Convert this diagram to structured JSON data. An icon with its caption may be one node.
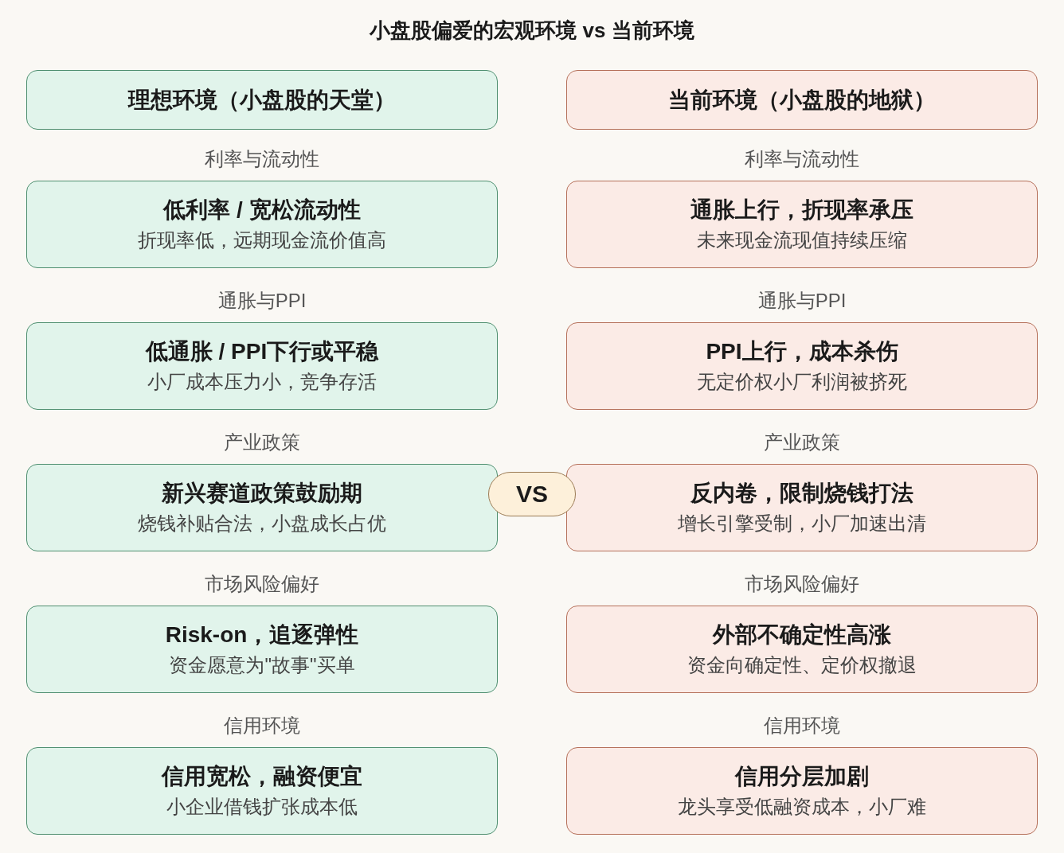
{
  "diagram": {
    "title": "小盘股偏爱的宏观环境 vs 当前环境",
    "nodes": [
      {
        "text": [
          "理想环境（小盘股的天堂）"
        ]
      },
      {
        "text": [
          "当前环境（小盘股的地狱）"
        ]
      },
      {
        "text": [
          "低利率 / 宽松流动性",
          "折现率低，远期现金流价值高"
        ]
      },
      {
        "text": [
          "通胀上行，折现率承压",
          "未来现金流现值持续压缩"
        ]
      },
      {
        "text": [
          "低通胀 / PPI下行或平稳",
          "小厂成本压力小，竞争存活"
        ]
      },
      {
        "text": [
          "PPI上行，成本杀伤",
          "无定价权小厂利润被挤死"
        ]
      },
      {
        "text": [
          "新兴赛道政策鼓励期",
          "烧钱补贴合法，小盘成长占优"
        ]
      },
      {
        "text": [
          "VS"
        ]
      },
      {
        "text": [
          "反内卷，限制烧钱打法",
          "增长引擎受制，小厂加速出清"
        ]
      },
      {
        "text": [
          "Risk-on，追逐弹性",
          "资金愿意为\"故事\"买单"
        ]
      },
      {
        "text": [
          "外部不确定性高涨",
          "资金向确定性、定价权撤退"
        ]
      },
      {
        "text": [
          "信用宽松，融资便宜",
          "小企业借钱扩张成本低"
        ]
      },
      {
        "text": [
          "信用分层加剧",
          "龙头享受低融资成本，小厂难"
        ]
      }
    ],
    "labels": [
      "利率与流动性",
      "利率与流动性",
      "通胀与PPI",
      "通胀与PPI",
      "产业政策",
      "产业政策",
      "市场风险偏好",
      "市场风险偏好",
      "信用环境",
      "信用环境"
    ]
  }
}
